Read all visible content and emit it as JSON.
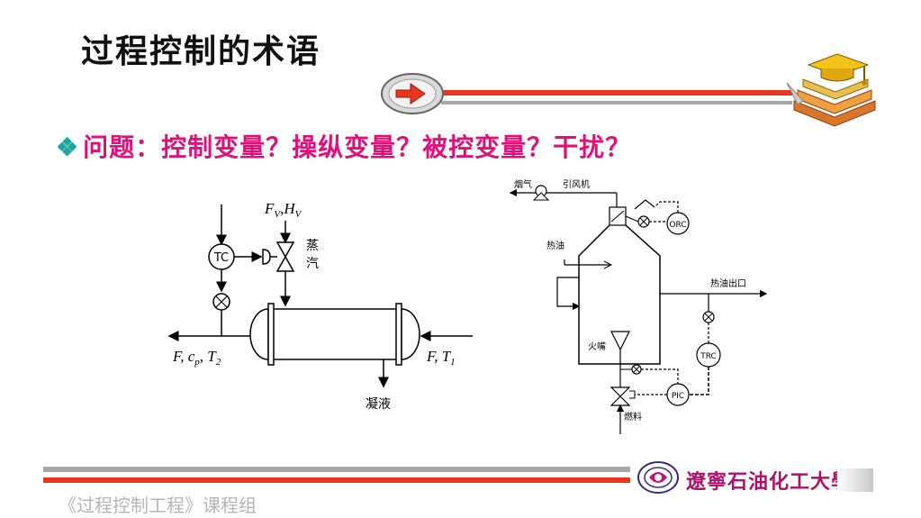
{
  "slide": {
    "title": "过程控制的术语",
    "question_bullet": "❖",
    "question": "问题：控制变量？操纵变量？被控变量？干扰？",
    "footer": "《过程控制工程》课程组",
    "university": "遼寧石油化工大學"
  },
  "colors": {
    "accent_red": "#e8361f",
    "accent_gray": "#a8a8a8",
    "question_color": "#e0107a",
    "bullet_color": "#1ba7a0",
    "university_color": "#b0106a"
  },
  "left_diagram": {
    "controller": "TC",
    "steam_label": "蒸\n汽",
    "steam_line1": "蒸",
    "steam_line2": "汽",
    "steam_var_F": "F",
    "steam_var_Fsub": "V",
    "steam_var_H": "H",
    "steam_var_Hsub": "V",
    "outlet_F": "F, c",
    "outlet_c_sub": "p",
    "outlet_T": ", T",
    "outlet_T_sub": "2",
    "inlet_F": "F, T",
    "inlet_T_sub": "1",
    "condensate": "凝液"
  },
  "right_diagram": {
    "flue_gas": "烟气",
    "fan": "引风机",
    "hot_oil_in": "热油",
    "hot_oil_out": "热油出口",
    "burner": "火嘴",
    "fuel": "燃料",
    "orc": "ORC",
    "trc": "TRC",
    "pic": "PIC"
  },
  "icons": [
    "arrow-button-icon",
    "graduation-cap-books-icon",
    "university-seal-icon"
  ]
}
